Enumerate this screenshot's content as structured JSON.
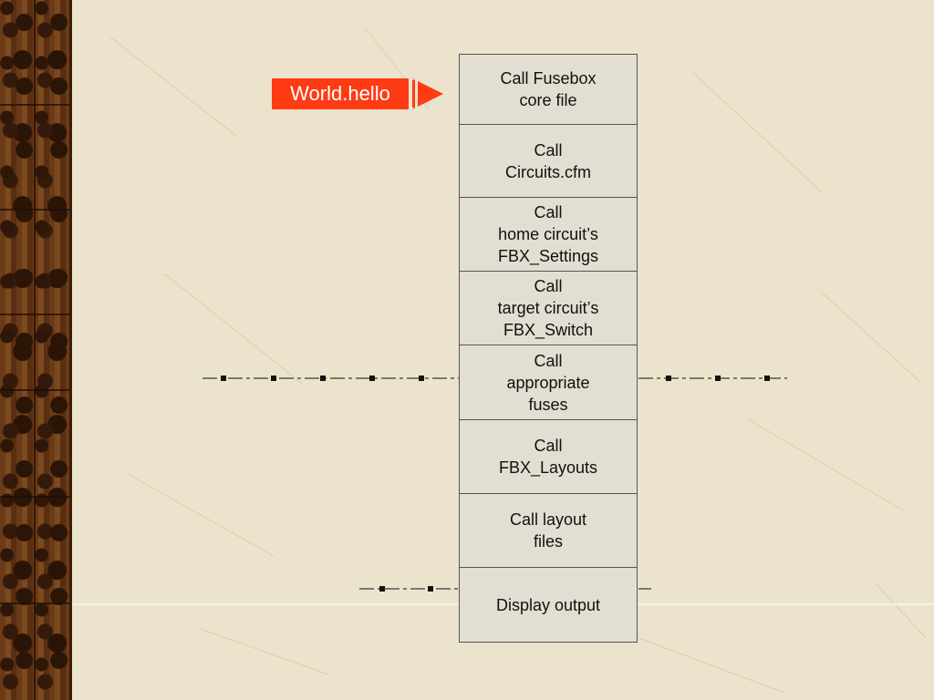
{
  "callout": {
    "label": "World.hello"
  },
  "flow": {
    "steps": [
      "Call Fusebox\ncore file",
      "Call\nCircuits.cfm",
      "Call\nhome circuit’s\nFBX_Settings",
      "Call\ntarget circuit’s\nFBX_Switch",
      "Call\nappropriate\nfuses",
      "Call\nFBX_Layouts",
      "Call layout\nfiles",
      "Display output"
    ]
  },
  "colors": {
    "background": "#ece3cc",
    "callout": "#ff3b14",
    "box_fill": "#e3ded2",
    "box_border": "#555555"
  }
}
